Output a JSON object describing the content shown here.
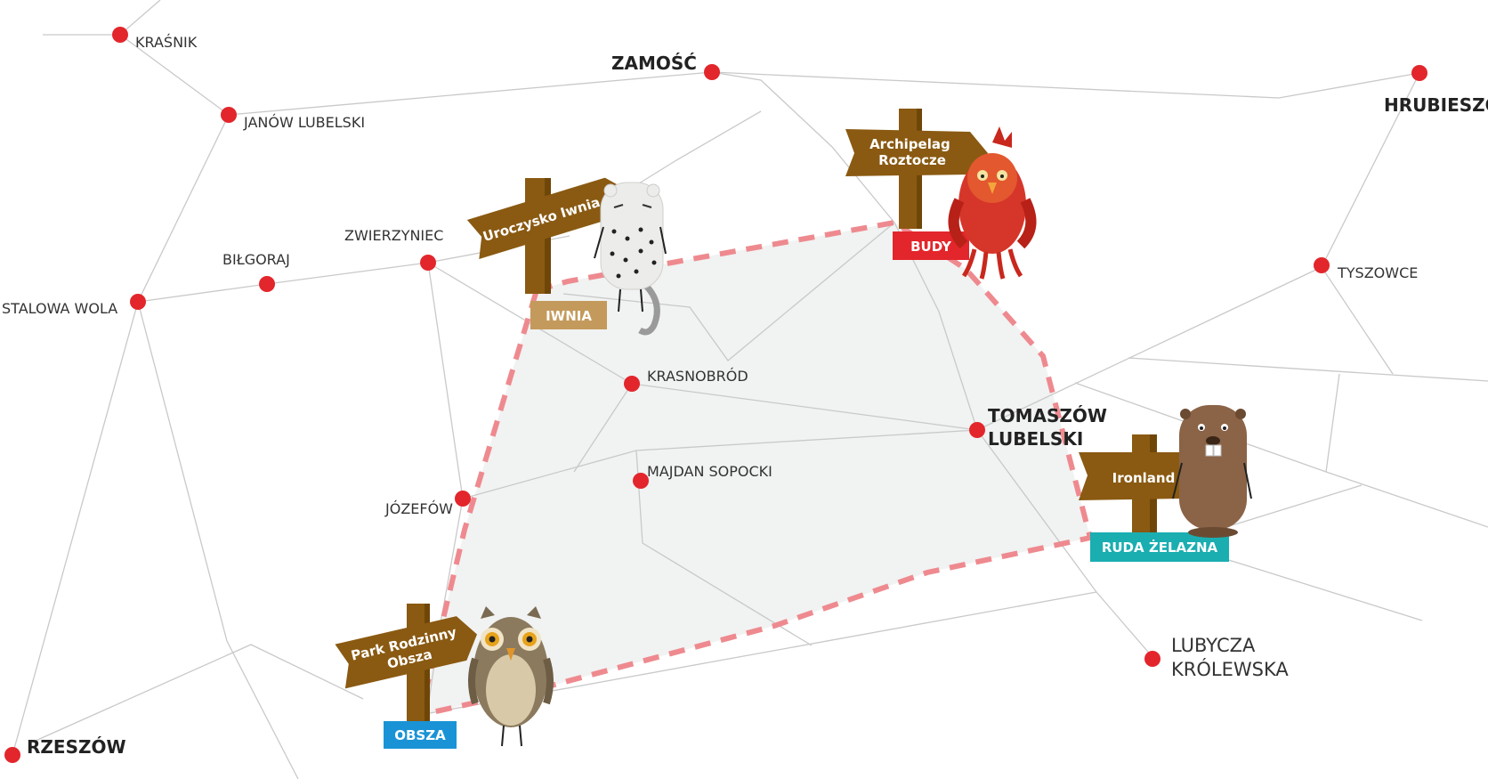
{
  "cities": [
    {
      "id": "krasnik",
      "name": "KRAŚNIK",
      "style": "small"
    },
    {
      "id": "zamosc",
      "name": "ZAMOŚĆ",
      "style": "big"
    },
    {
      "id": "hrubieszow",
      "name": "HRUBIESZÓ",
      "style": "big"
    },
    {
      "id": "janow",
      "name": "JANÓW LUBELSKI",
      "style": "small"
    },
    {
      "id": "zwierzyniec",
      "name": "ZWIERZYNIEC",
      "style": "small"
    },
    {
      "id": "bilgoraj",
      "name": "BIŁGORAJ",
      "style": "small"
    },
    {
      "id": "stalowa",
      "name": "STALOWA WOLA",
      "style": "small"
    },
    {
      "id": "tyszowce",
      "name": "TYSZOWCE",
      "style": "small"
    },
    {
      "id": "krasnobrod",
      "name": "KRASNOBRÓD",
      "style": "small"
    },
    {
      "id": "tomaszow",
      "name": [
        "TOMASZÓW",
        "LUBELSKI"
      ],
      "style": "big"
    },
    {
      "id": "majdan",
      "name": "MAJDAN SOPOCKI",
      "style": "small"
    },
    {
      "id": "jozefow",
      "name": "JÓZEFÓW",
      "style": "small"
    },
    {
      "id": "lubycza",
      "name": [
        "LUBYCZA",
        "KRÓLEWSKA"
      ],
      "style": "large-light"
    },
    {
      "id": "rzeszow",
      "name": "RZESZÓW",
      "style": "big"
    }
  ],
  "attractions": [
    {
      "id": "iwnia",
      "sign": [
        "Uroczysko Iwnia"
      ],
      "badge": "IWNIA",
      "badge_color": "#c49a5c",
      "mascot": "snow-leopard"
    },
    {
      "id": "budy",
      "sign": [
        "Archipelag",
        "Roztocze"
      ],
      "badge": "BUDY",
      "badge_color": "#e2262c",
      "mascot": "red-bird"
    },
    {
      "id": "ruda",
      "sign": [
        "Ironland"
      ],
      "badge": "RUDA ŻELAZNA",
      "badge_color": "#1aaeb1",
      "mascot": "beaver"
    },
    {
      "id": "obsza",
      "sign": [
        "Park Rodzinny",
        "Obsza"
      ],
      "badge": "OBSZA",
      "badge_color": "#1a93d6",
      "mascot": "owl"
    }
  ],
  "colors": {
    "city_dot": "#e2262c",
    "road": "#c9c9c9",
    "route_dash": "#ee8a8f",
    "region_fill": "#f1f2f2",
    "sign_wood": "#8a5a12"
  }
}
